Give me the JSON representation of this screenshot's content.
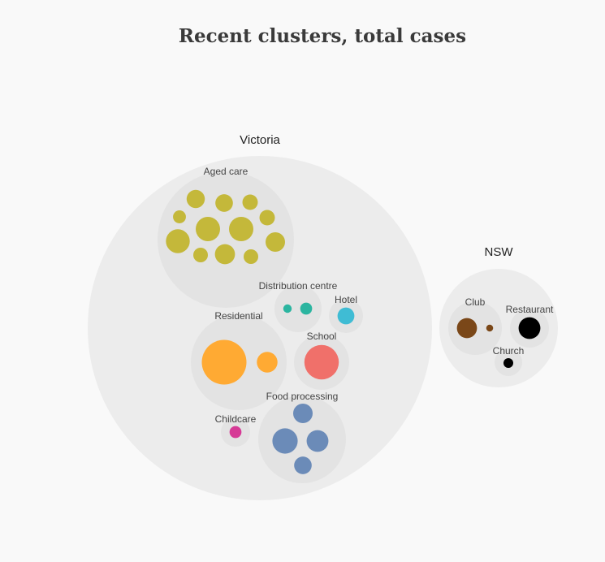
{
  "chart_data": {
    "type": "packed-bubble",
    "title": "Recent clusters, total cases",
    "states": [
      {
        "name": "Victoria",
        "groups": [
          {
            "name": "Aged care",
            "color": "#c4b83a",
            "clusters": [
              14,
              13,
              10,
              7,
              10,
              25,
              25,
              9,
              24,
              9,
              17,
              16
            ]
          },
          {
            "name": "Distribution centre",
            "color": "#2bb5a0",
            "clusters": [
              3,
              6
            ]
          },
          {
            "name": "Hotel",
            "color": "#3fbcd4",
            "clusters": [
              12
            ]
          },
          {
            "name": "Residential",
            "color": "#ffaa33",
            "clusters": [
              84,
              18
            ]
          },
          {
            "name": "School",
            "color": "#f0706a",
            "clusters": [
              50
            ]
          },
          {
            "name": "Childcare",
            "color": "#d63a96",
            "clusters": [
              6
            ]
          },
          {
            "name": "Food processing",
            "color": "#6b8bb8",
            "clusters": [
              16,
              27,
              20,
              13
            ]
          }
        ]
      },
      {
        "name": "NSW",
        "groups": [
          {
            "name": "Club",
            "color": "#7a4718",
            "clusters": [
              17,
              2
            ]
          },
          {
            "name": "Restaurant",
            "color": "#000000",
            "clusters": [
              20
            ]
          },
          {
            "name": "Church",
            "color": "#000000",
            "clusters": [
              4
            ]
          }
        ]
      }
    ]
  }
}
